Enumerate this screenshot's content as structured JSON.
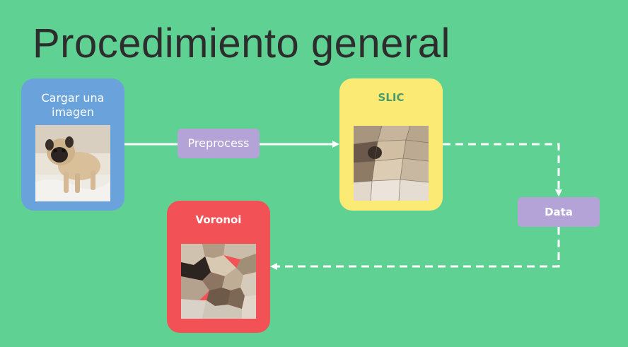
{
  "title": "Procedimiento general",
  "nodes": {
    "load": {
      "label": "Cargar una imagen",
      "color": "#6aa3dc",
      "image": "pug-photo"
    },
    "preprocess": {
      "label": "Preprocess",
      "color": "#b3a3d6"
    },
    "slic": {
      "label": "SLIC",
      "color": "#fbeb74",
      "image": "pug-superpixels"
    },
    "data": {
      "label": "Data",
      "color": "#b3a3d6"
    },
    "voronoi": {
      "label": "Voronoi",
      "color": "#f25256",
      "image": "voronoi-mosaic"
    }
  },
  "edges": [
    {
      "from": "load",
      "to": "preprocess",
      "style": "solid"
    },
    {
      "from": "preprocess",
      "to": "slic",
      "style": "solid"
    },
    {
      "from": "slic",
      "to": "data",
      "style": "dashed"
    },
    {
      "from": "data",
      "to": "voronoi",
      "style": "dashed"
    }
  ],
  "colors": {
    "background": "#5fd193",
    "arrow": "#ffffff"
  }
}
